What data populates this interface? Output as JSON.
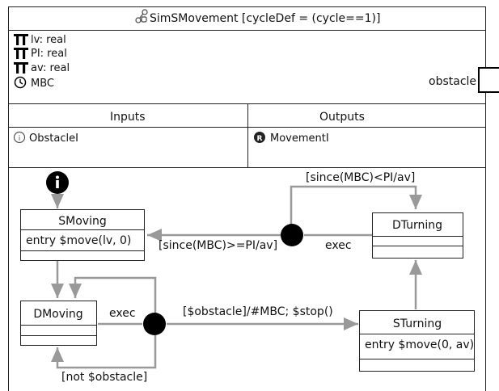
{
  "header": {
    "title": "SimSMovement [cycleDef = (cycle==1)]",
    "title_icon": "module-icon"
  },
  "declarations": [
    {
      "icon": "pi-icon",
      "text": "lv: real"
    },
    {
      "icon": "pi-icon",
      "text": "PI: real"
    },
    {
      "icon": "pi-icon",
      "text": "av: real"
    },
    {
      "icon": "clock-icon",
      "text": "MBC"
    }
  ],
  "port": {
    "label": "obstacle"
  },
  "interfaces": {
    "inputs_header": "Inputs",
    "outputs_header": "Outputs",
    "inputs": [
      {
        "icon": "info-icon",
        "text": "ObstacleI"
      }
    ],
    "outputs": [
      {
        "icon": "registered-icon",
        "text": "MovementI"
      }
    ]
  },
  "states": {
    "smoving": {
      "name": "SMoving",
      "action": "entry $move(lv, 0)"
    },
    "dturning": {
      "name": "DTurning",
      "action": ""
    },
    "dmoving": {
      "name": "DMoving",
      "action": ""
    },
    "sturning": {
      "name": "STurning",
      "action": "entry $move(0, av)"
    }
  },
  "transitions": {
    "t_top": "[since(MBC)<PI/av]",
    "t_ge": "[since(MBC)>=PI/av]",
    "t_exec_right": "exec",
    "t_exec_left": "exec",
    "t_obstacle": "[$obstacle]/#MBC; $stop()",
    "t_not_obstacle": "[not $obstacle]"
  },
  "colors": {
    "border": "#222222",
    "transition_gray": "#999999",
    "node_fill": "#000000"
  }
}
